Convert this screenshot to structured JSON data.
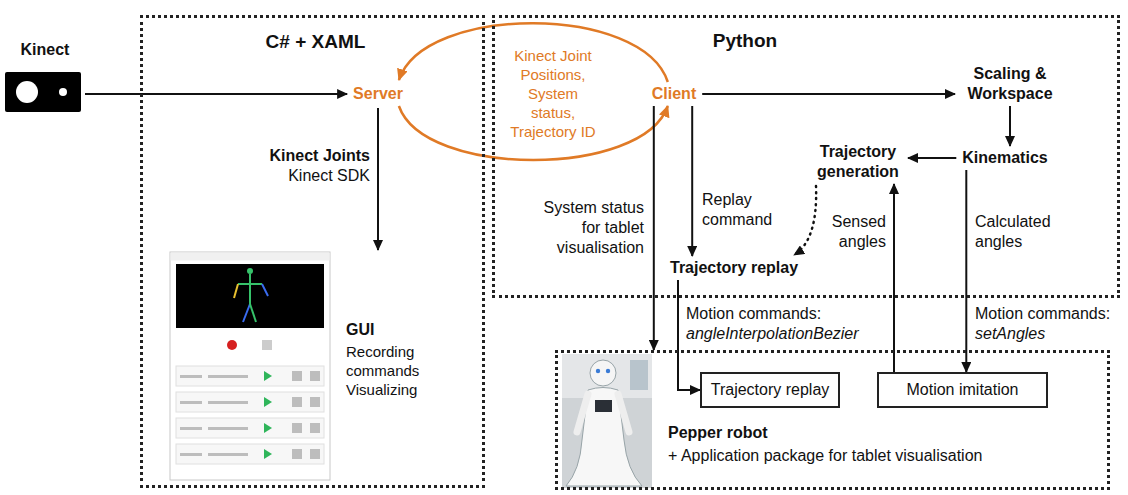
{
  "diagram": {
    "nodes": [
      {
        "text": [
          "Kinect"
        ]
      },
      {
        "text": [
          "C# + XAML"
        ]
      },
      {
        "text": [
          "Server"
        ],
        "in": 1
      },
      {
        "text": [
          "GUI",
          "Recording commands Visualizing"
        ],
        "in": 1
      },
      {
        "text": [
          "Python"
        ]
      },
      {
        "text": [
          "Client"
        ],
        "in": 4
      },
      {
        "text": [
          "Scaling & Workspace"
        ],
        "in": 4
      },
      {
        "text": [
          "Kinematics"
        ],
        "in": 4
      },
      {
        "text": [
          "Trajectory generation"
        ],
        "in": 4
      },
      {
        "text": [
          "Trajectory replay"
        ],
        "in": 4
      },
      {
        "text": [
          "Pepper robot",
          "+ Application package for tablet visualisation"
        ]
      },
      {
        "text": [
          "Trajectory replay"
        ],
        "in": 10
      },
      {
        "text": [
          "Motion imitation"
        ],
        "in": 10
      }
    ],
    "edges": [
      {
        "from": 0,
        "to": 2,
        "arrow": "to"
      },
      {
        "from": 5,
        "to": 2,
        "arrow": "to",
        "label": "Kinect Joint Positions, System status, Trajectory ID"
      },
      {
        "from": 2,
        "to": 5,
        "arrow": "to"
      },
      {
        "from": 2,
        "to": 3,
        "arrow": "to",
        "label": "Kinect Joints"
      },
      {
        "from": 5,
        "to": 6,
        "arrow": "to"
      },
      {
        "from": 6,
        "to": 7,
        "arrow": "to"
      },
      {
        "from": 7,
        "to": 8,
        "arrow": "to"
      },
      {
        "from": 8,
        "to": 9,
        "arrow": "to"
      },
      {
        "from": 5,
        "to": 9,
        "arrow": "to",
        "label": "Replay command"
      },
      {
        "from": 5,
        "to": 10,
        "arrow": "to",
        "label": "System status for tablet visualisation"
      },
      {
        "from": 9,
        "to": 11,
        "arrow": "to",
        "label": "Motion commands:"
      },
      {
        "from": 7,
        "to": 12,
        "arrow": "to",
        "label": "Calculated angles"
      },
      {
        "from": 12,
        "to": 8,
        "arrow": "to",
        "label": "Sensed angles"
      }
    ],
    "labels": [
      "Kinect SDK",
      "angleInterpolationBezier",
      "Motion commands:",
      "setAngles"
    ]
  }
}
